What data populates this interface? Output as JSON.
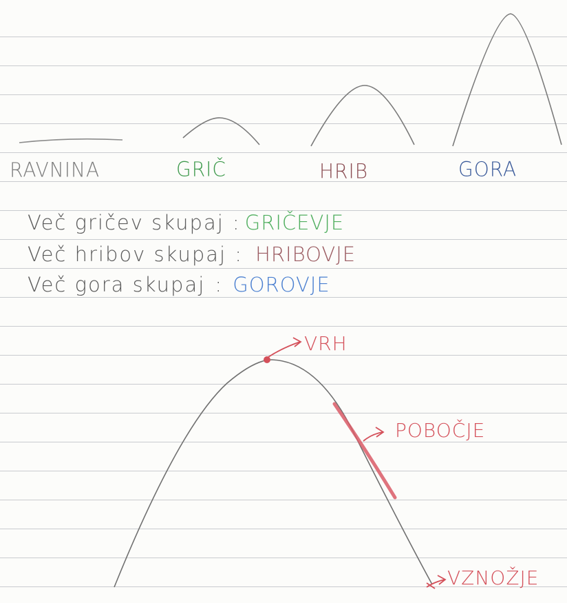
{
  "landforms": [
    {
      "label": "RAVNINA",
      "color": "#7c7c7c"
    },
    {
      "label": "GRIČ",
      "color": "#3f9a4d"
    },
    {
      "label": "HRIB",
      "color": "#8a4c52"
    },
    {
      "label": "GORA",
      "color": "#3a5a9a"
    }
  ],
  "collectives": [
    {
      "phrase": "Več gričev skupaj",
      "sep": ":",
      "result": "GRIČEVJE",
      "color": "#4fae5e"
    },
    {
      "phrase": "Več hribov skupaj",
      "sep": ":",
      "result": "HRIBOVJE",
      "color": "#9a5a60"
    },
    {
      "phrase": "Več gora skupaj",
      "sep": ":",
      "result": "GOROVJE",
      "color": "#4a7fd0"
    }
  ],
  "mountain_parts": {
    "color": "#d4505a",
    "peak": "VRH",
    "slope": "POBOČJE",
    "foot": "VZNOŽJE"
  },
  "outline_color": "#707070"
}
